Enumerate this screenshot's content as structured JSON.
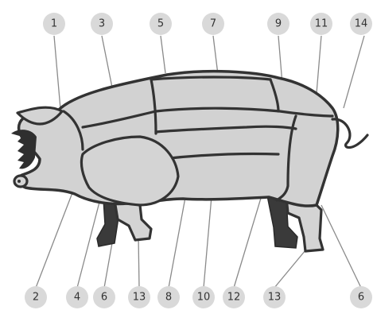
{
  "diagram": {
    "top_numbers": [
      "1",
      "3",
      "5",
      "7",
      "9",
      "11",
      "14"
    ],
    "bottom_numbers": [
      "2",
      "4",
      "6",
      "13",
      "8",
      "10",
      "12",
      "13",
      "6"
    ]
  },
  "colors": {
    "badge_fill": "#d9d9d9",
    "outline": "#333333",
    "cut_fill": "#d4d4d4"
  }
}
